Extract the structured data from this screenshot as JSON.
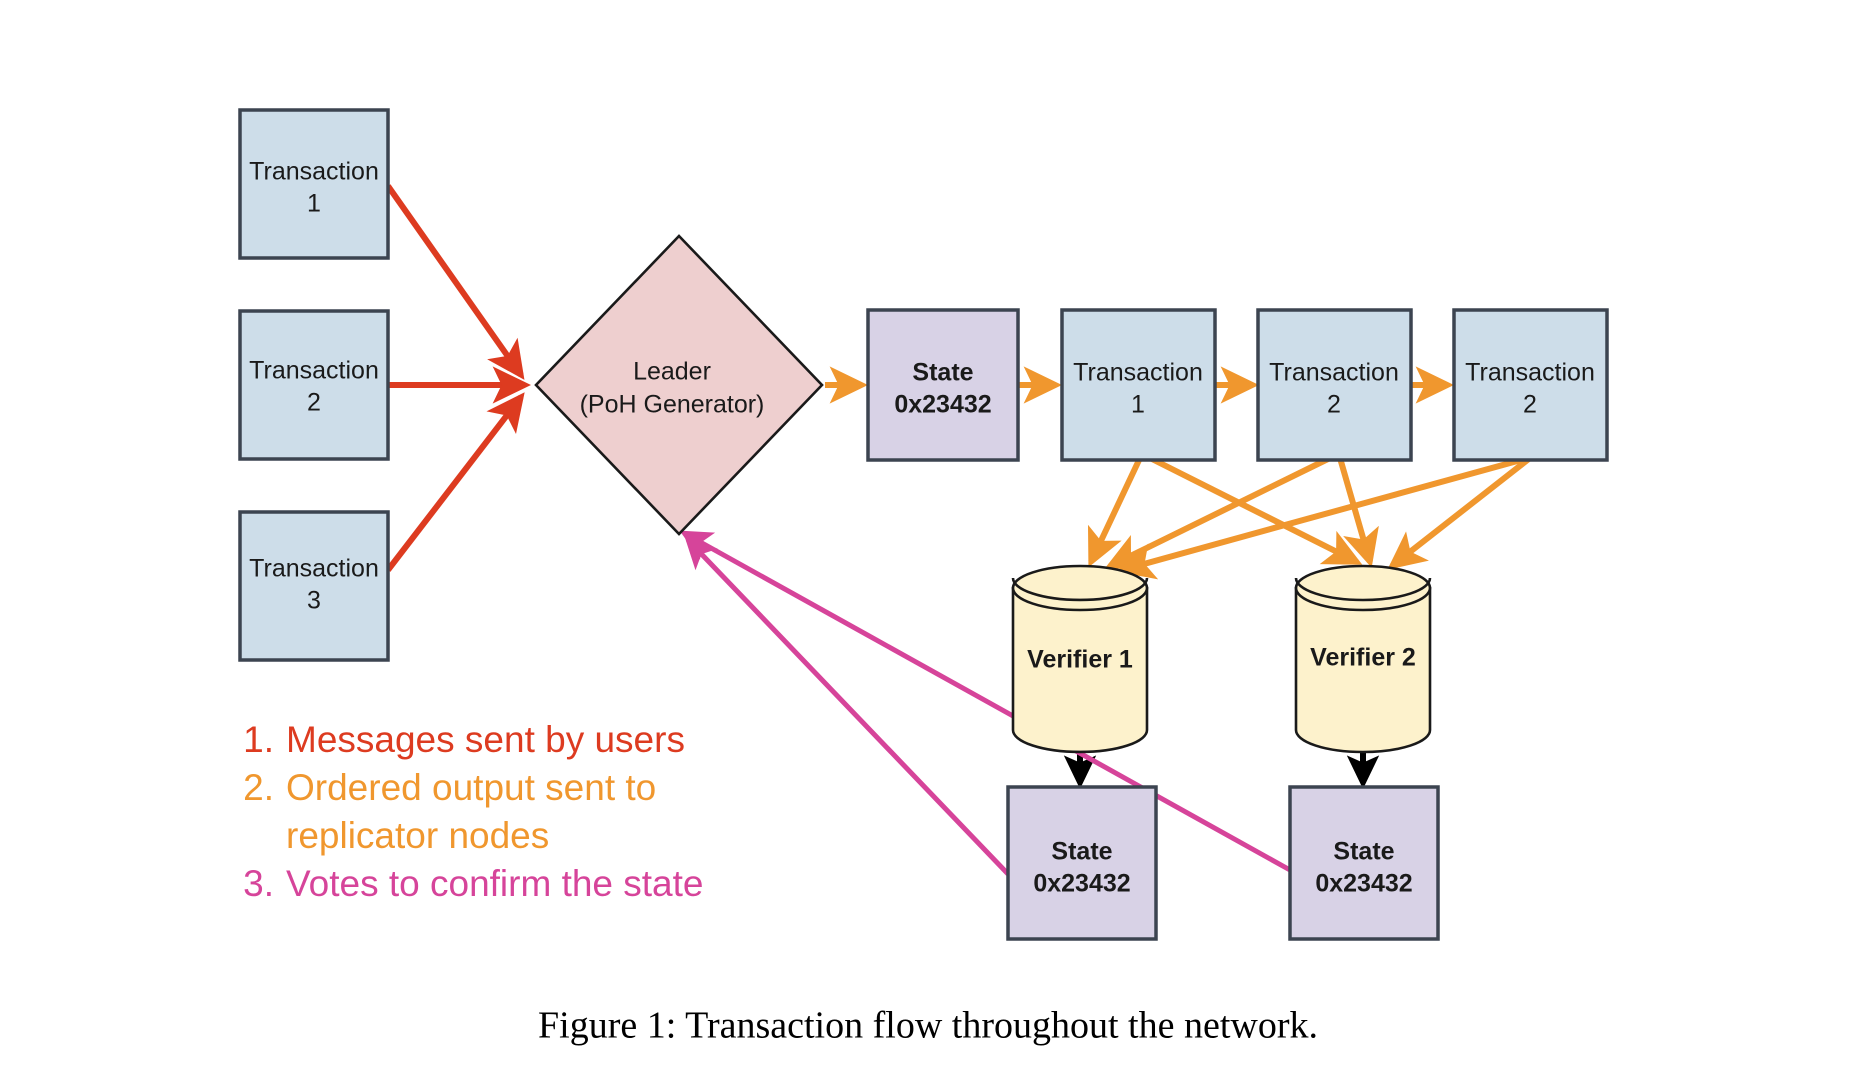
{
  "figure": {
    "caption": "Figure 1: Transaction flow throughout the network."
  },
  "colors": {
    "transaction_fill": "#cddde9",
    "state_fill": "#d8d2e6",
    "leader_fill": "#eecfcf",
    "verifier_fill": "#fdf2cc",
    "box_stroke": "#3c4450",
    "shape_stroke": "#1a1a1a",
    "messages_red": "#dd3b20",
    "ordered_orange": "#f0972e",
    "votes_pink": "#d6449a",
    "arrow_black": "#000000",
    "background": "#ffffff"
  },
  "inputs": {
    "transactions": [
      {
        "title": "Transaction",
        "number": "1"
      },
      {
        "title": "Transaction",
        "number": "2"
      },
      {
        "title": "Transaction",
        "number": "3"
      }
    ]
  },
  "leader": {
    "line1": "Leader",
    "line2": "(PoH Generator)"
  },
  "ledger": {
    "state": {
      "line1": "State",
      "line2": "0x23432"
    },
    "entries": [
      {
        "title": "Transaction",
        "number": "1"
      },
      {
        "title": "Transaction",
        "number": "2"
      },
      {
        "title": "Transaction",
        "number": "2"
      }
    ]
  },
  "verifiers": [
    {
      "label": "Verifier 1"
    },
    {
      "label": "Verifier 2"
    }
  ],
  "verifier_states": [
    {
      "line1": "State",
      "line2": "0x23432"
    },
    {
      "line1": "State",
      "line2": "0x23432"
    }
  ],
  "legend": {
    "items": [
      {
        "num": "1.",
        "text": "Messages sent by users",
        "text2": "",
        "color": "#dd3b20"
      },
      {
        "num": "2.",
        "text": "Ordered output sent to",
        "text2": "replicator nodes",
        "color": "#f0972e"
      },
      {
        "num": "3.",
        "text": "Votes to confirm the state",
        "text2": "",
        "color": "#d6449a"
      }
    ]
  }
}
